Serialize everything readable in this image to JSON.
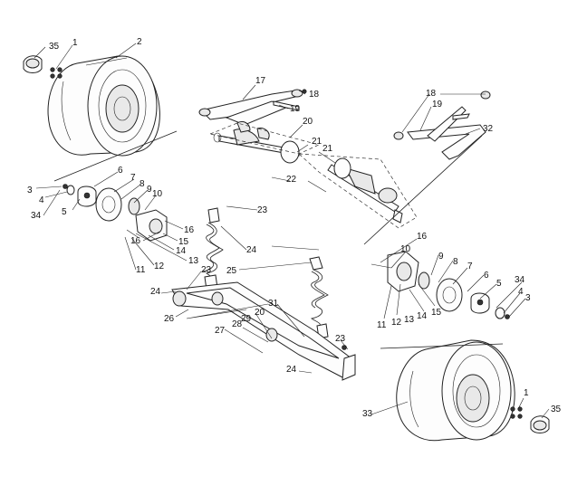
{
  "callouts": {
    "c35a": "35",
    "c1a": "1",
    "c2": "2",
    "c17": "17",
    "c18a": "18",
    "c19a": "19",
    "c20a": "20",
    "c21a": "21",
    "c21b": "21",
    "c22": "22",
    "c18b": "18",
    "c19b": "19",
    "c32": "32",
    "c6a": "6",
    "c7a": "7",
    "c3a": "3",
    "c4a": "4",
    "c8a": "8",
    "c9a": "9",
    "c10a": "10",
    "c34a": "34",
    "c5a": "5",
    "c16a": "16",
    "c15a": "15",
    "c16b": "16",
    "c14a": "14",
    "c13a": "13",
    "c12a": "12",
    "c11a": "11",
    "c23a": "23",
    "c24a": "24",
    "c25": "25",
    "c23b": "23",
    "c24b": "24",
    "c26": "26",
    "c20b": "20",
    "c29": "29",
    "c28": "28",
    "c27": "27",
    "c31": "31",
    "c23c": "23",
    "c24c": "24",
    "c16c": "16",
    "c10b": "10",
    "c9b": "9",
    "c8b": "8",
    "c7b": "7",
    "c6b": "6",
    "c5b": "5",
    "c34b": "34",
    "c4b": "4",
    "c3b": "3",
    "c15b": "15",
    "c14b": "14",
    "c13b": "13",
    "c12b": "12",
    "c11b": "11",
    "c33": "33",
    "c1b": "1",
    "c35b": "35"
  }
}
